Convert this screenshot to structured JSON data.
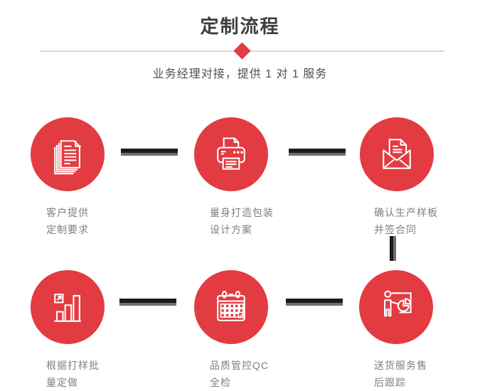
{
  "header": {
    "title": "定制流程",
    "subtitle": "业务经理对接，提供 1 对 1 服务"
  },
  "steps": [
    {
      "icon": "stacked-documents-icon",
      "label_line1": "客户提供",
      "label_line2": "定制要求"
    },
    {
      "icon": "printer-icon",
      "label_line1": "量身打造包装",
      "label_line2": "设计方案"
    },
    {
      "icon": "open-envelope-icon",
      "label_line1": "确认生产样板",
      "label_line2": "并签合同"
    },
    {
      "icon": "bar-chart-icon",
      "label_line1": "根据打样批",
      "label_line2": "量定做"
    },
    {
      "icon": "calendar-icon",
      "label_line1": "品质管控QC",
      "label_line2": "全检"
    },
    {
      "icon": "presentation-icon",
      "label_line1": "送货服务售",
      "label_line2": "后跟踪"
    }
  ],
  "colors": {
    "accent_red": "#e23b41",
    "connector_dark": "#1b1b1b",
    "connector_gray": "#6f6f6f",
    "divider": "#d8d8d8",
    "title_text": "#3d3d3d",
    "subtitle_text": "#4f4f4f",
    "label_text": "#7f7f7f",
    "icon_stroke": "#ffffff"
  }
}
